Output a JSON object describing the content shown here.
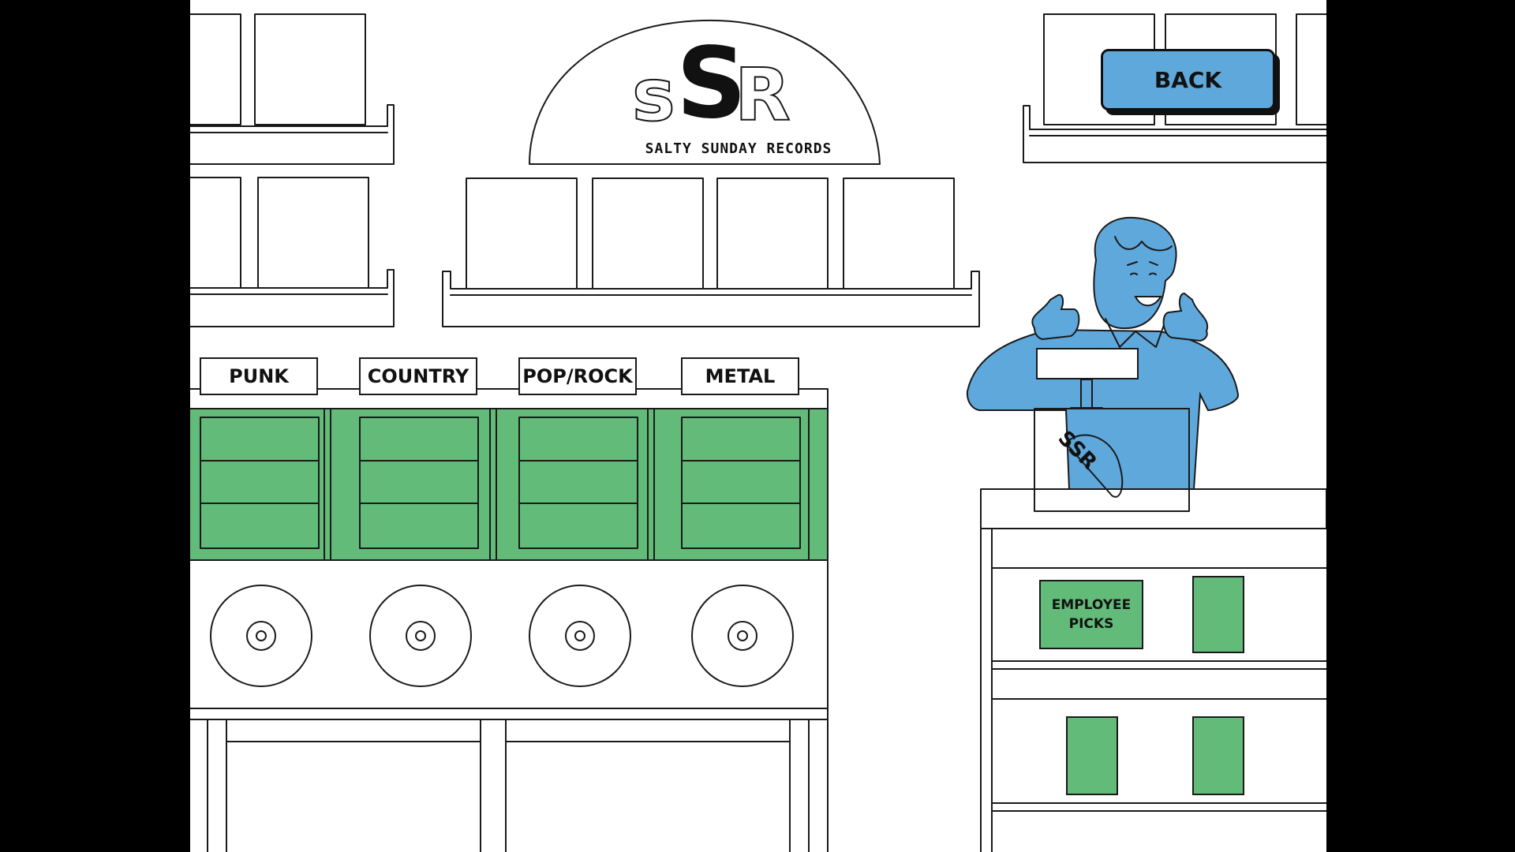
{
  "store": {
    "logo_letters": [
      "s",
      "S",
      "R"
    ],
    "name": "SALTY SUNDAY RECORDS"
  },
  "nav": {
    "back_label": "BACK"
  },
  "genres": [
    {
      "label": "PUNK"
    },
    {
      "label": "COUNTRY"
    },
    {
      "label": "POP/ROCK"
    },
    {
      "label": "METAL"
    }
  ],
  "counter": {
    "register_display": "",
    "bag_logo": "SSR",
    "employee_picks_label": "EMPLOYEE\nPICKS"
  },
  "colors": {
    "background": "#ffffff",
    "letterbox": "#000000",
    "bin_green": "#63bb79",
    "clerk_blue": "#5fa8db",
    "outline": "#1a1a1a"
  }
}
